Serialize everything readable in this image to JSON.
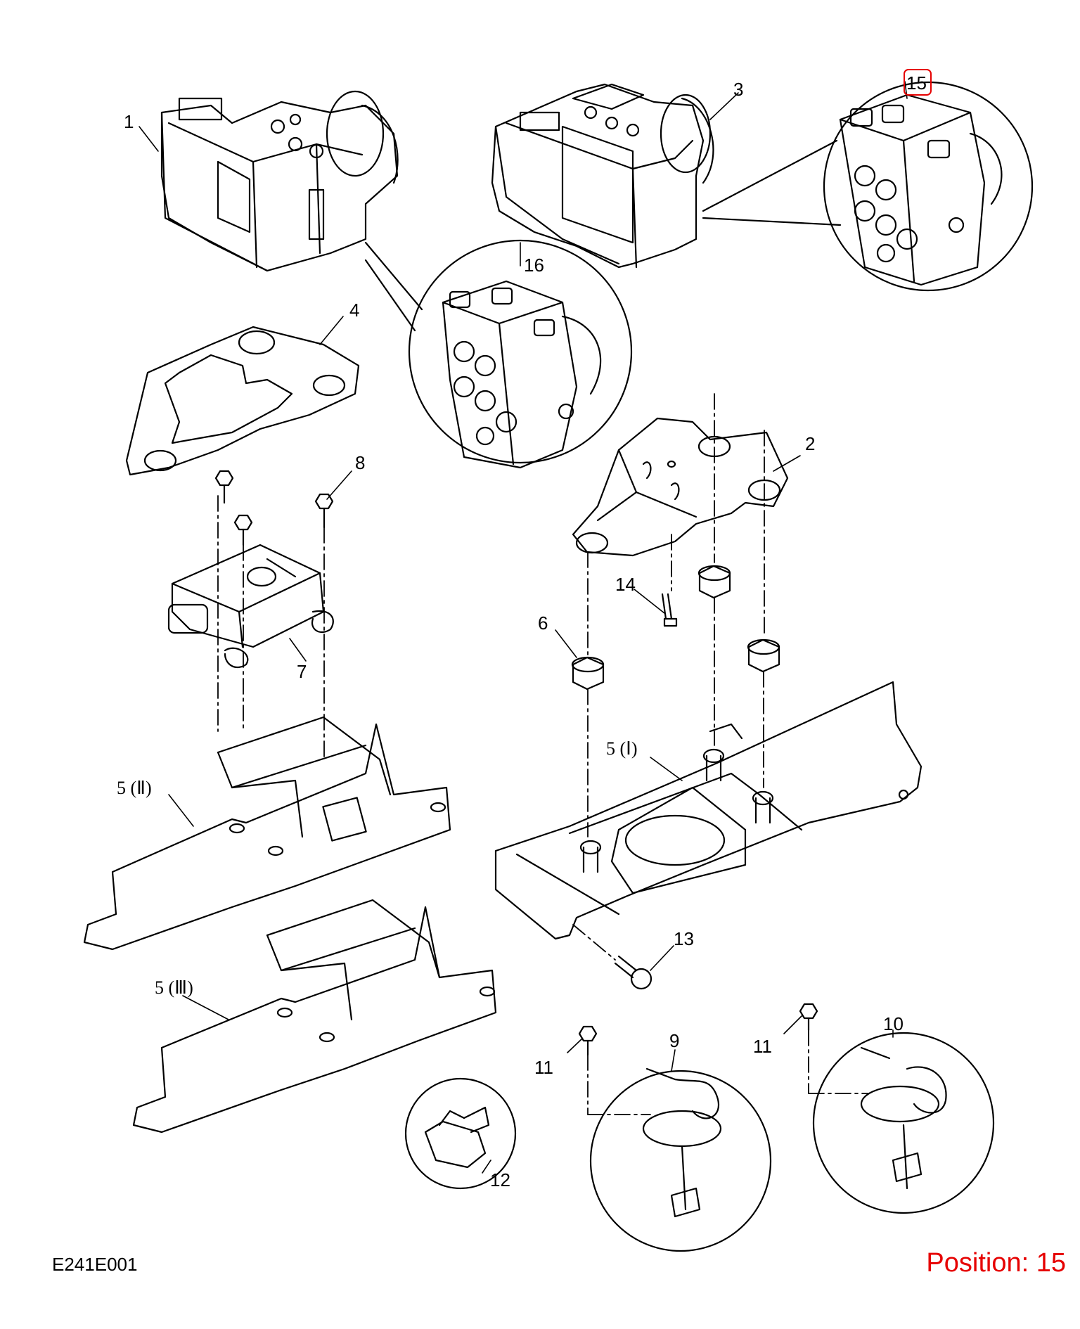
{
  "diagram_code": "E241E001",
  "position_text": "Position: 15",
  "highlighted_part": "15",
  "colors": {
    "highlight": "#e60000",
    "line": "#000000",
    "background": "#ffffff"
  },
  "callouts": {
    "c1": "1",
    "c2": "2",
    "c3": "3",
    "c4": "4",
    "c5_i": "5 (Ⅰ)",
    "c5_ii": "5 (Ⅱ)",
    "c5_iii": "5 (Ⅲ)",
    "c6": "6",
    "c7": "7",
    "c8": "8",
    "c9": "9",
    "c10": "10",
    "c11_left": "11",
    "c11_right": "11",
    "c12": "12",
    "c13": "13",
    "c14": "14",
    "c15": "15",
    "c16": "16"
  }
}
